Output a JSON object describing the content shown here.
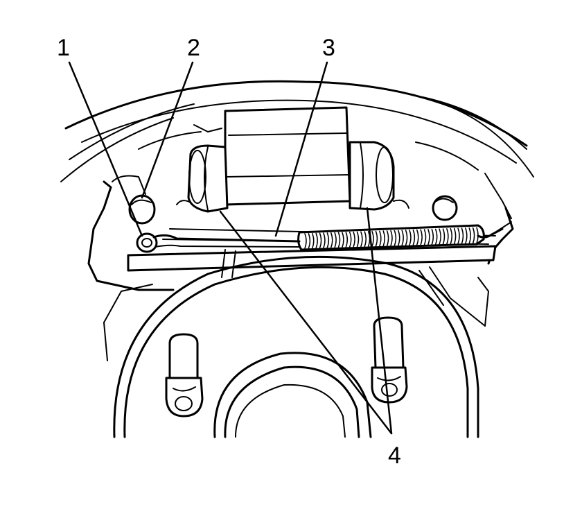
{
  "callouts": [
    {
      "id": "1",
      "label": "1"
    },
    {
      "id": "2",
      "label": "2"
    },
    {
      "id": "3",
      "label": "3"
    },
    {
      "id": "4",
      "label": "4"
    }
  ],
  "colors": {
    "line": "#000000",
    "background": "#ffffff",
    "shade": "#e6e6e6"
  }
}
